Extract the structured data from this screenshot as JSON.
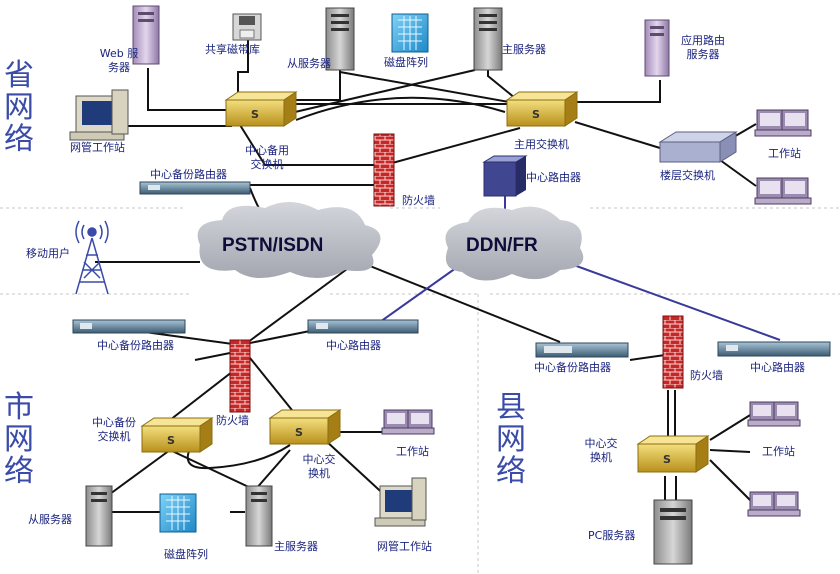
{
  "regions": {
    "province": "省网络",
    "city": "市网络",
    "county": "县网络"
  },
  "clouds": {
    "pstn": "PSTN/ISDN",
    "ddn": "DDN/FR"
  },
  "province": {
    "web_server": [
      "Web 服",
      "务器"
    ],
    "shared_tape": "共享磁带库",
    "slave_server": "从服务器",
    "disk_array": "磁盘阵列",
    "master_server": "主服务器",
    "app_router_server": [
      "应用路由",
      "服务器"
    ],
    "mgmt_station": "网管工作站",
    "backup_switch": [
      "中心备用",
      "交换机"
    ],
    "main_switch": "主用交换机",
    "workstation": "工作站",
    "floor_switch": "楼层交换机",
    "backup_router": "中心备份路由器",
    "firewall": "防火墙",
    "center_router": "中心路由器"
  },
  "mobile_user": "移动用户",
  "city": {
    "backup_router": "中心备份路由器",
    "center_router": "中心路由器",
    "backup_switch": [
      "中心备份",
      "交换机"
    ],
    "firewall": "防火墙",
    "center_switch": [
      "中心交",
      "换机"
    ],
    "workstation": "工作站",
    "slave_server": "从服务器",
    "disk_array": "磁盘阵列",
    "master_server": "主服务器",
    "mgmt_station": "网管工作站"
  },
  "county": {
    "backup_router": "中心备份路由器",
    "firewall": "防火墙",
    "center_router": "中心路由器",
    "center_switch": [
      "中心交",
      "换机"
    ],
    "workstation": "工作站",
    "pc_server": "PC服务器"
  }
}
